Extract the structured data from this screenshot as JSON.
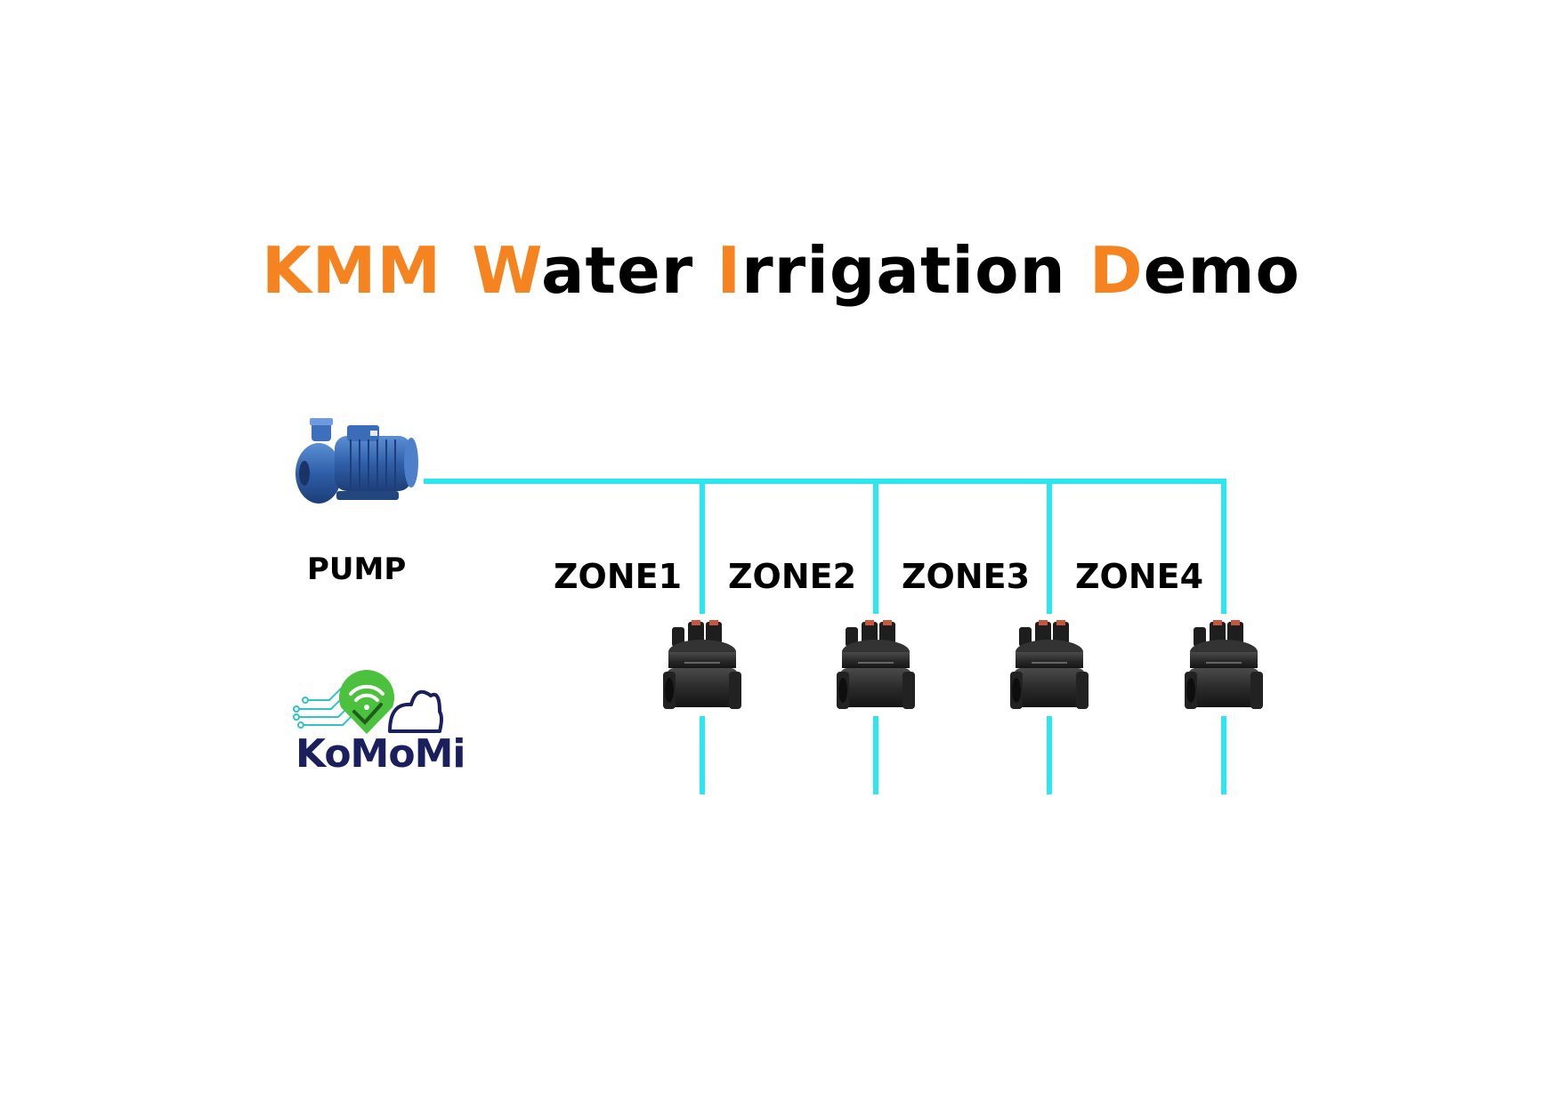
{
  "title": {
    "kmm": "KMM",
    "w": "W",
    "ater": "ater",
    "i": "I",
    "rrigation": "rrigation",
    "d": "D",
    "emo": "emo"
  },
  "pump": {
    "label": "PUMP"
  },
  "zones": [
    {
      "label": "ZONE1"
    },
    {
      "label": "ZONE2"
    },
    {
      "label": "ZONE3"
    },
    {
      "label": "ZONE4"
    }
  ],
  "logo": {
    "text": "KoMoMi"
  },
  "colors": {
    "accent": "#f5831f",
    "pipe": "#2ee6f0",
    "pump": "#2f5fa8",
    "valve": "#2b2b2b",
    "logo_green": "#4cc13d",
    "logo_navy": "#1b1f5e"
  }
}
